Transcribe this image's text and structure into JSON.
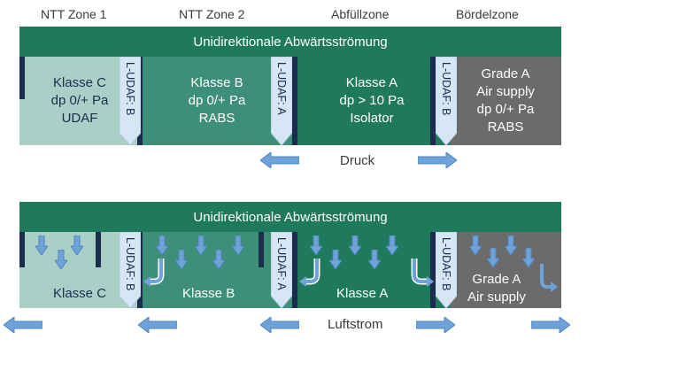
{
  "zone_headers": [
    "NTT Zone 1",
    "NTT Zone 2",
    "Abfüllzone",
    "Bördelzone"
  ],
  "top_diagram": {
    "banner": "Unidirektionale Abwärtsströmung",
    "zones": [
      {
        "label": "Klasse C\ndp 0/+ Pa\nUDAF",
        "color": "#a9cfc6"
      },
      {
        "label": "Klasse B\ndp 0/+ Pa\nRABS",
        "color": "#3e8f77"
      },
      {
        "label": "Klasse A\ndp > 10 Pa\nIsolator",
        "color": "#1f7a5c"
      },
      {
        "label": "Grade A\nAir supply\ndp 0/+ Pa\nRABS",
        "color": "#6b6b6b"
      }
    ],
    "udaf_labels": [
      "L-UDAF: B",
      "L-UDAF: A",
      "L-UDAF: B"
    ],
    "caption": "Druck"
  },
  "bottom_diagram": {
    "banner": "Unidirektionale Abwärtsströmung",
    "zones": [
      {
        "label": "Klasse C",
        "color": "#a9cfc6"
      },
      {
        "label": "Klasse B",
        "color": "#3e8f77"
      },
      {
        "label": "Klasse A",
        "color": "#1f7a5c"
      },
      {
        "label": "Grade A\nAir supply",
        "color": "#6b6b6b"
      }
    ],
    "udaf_labels": [
      "L-UDAF: B",
      "L-UDAF: A",
      "L-UDAF: B"
    ],
    "caption": "Luftstrom"
  },
  "colors": {
    "banner": "#1f7a5c",
    "divider_bar": "#1c2d50",
    "udaf_fill": "#d6e6f4",
    "arrow": "#6fa3d8"
  },
  "icons": {
    "down_arrow": "down-arrow-icon",
    "flow_arrow": "airflow-arrow-icon",
    "pressure_arrow": "pressure-arrow-icon"
  }
}
